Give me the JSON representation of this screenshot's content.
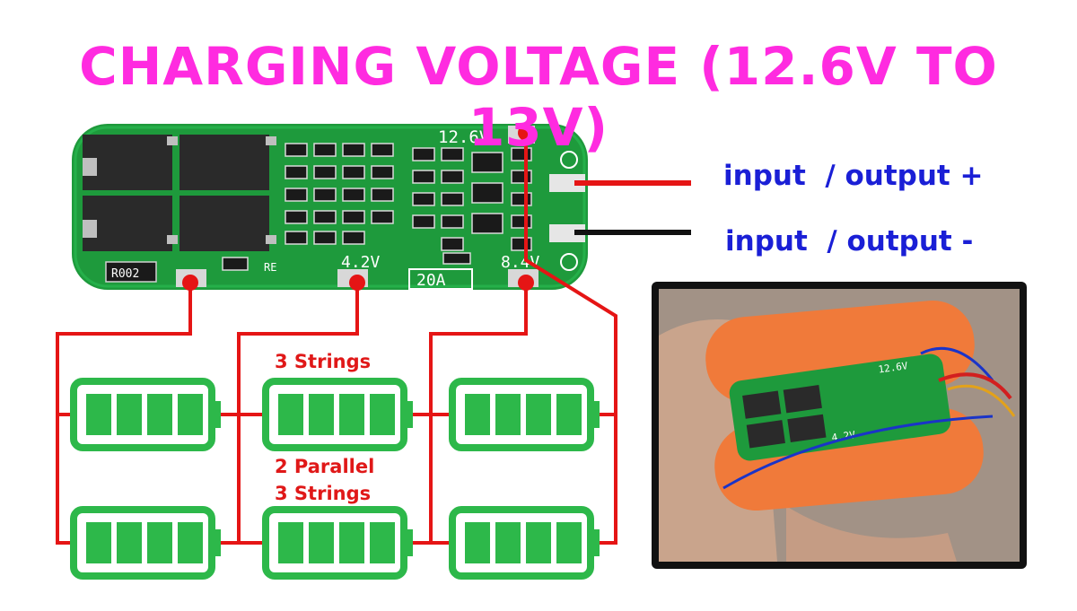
{
  "title": "CHARGING VOLTAGE (12.6V TO 13V)",
  "terminals": {
    "plus": "input  / output +",
    "minus": "input  / output -"
  },
  "board": {
    "label_voltage_top": "12.6V",
    "label_tap1": "4.2V",
    "label_tap2": "8.4V",
    "label_current": "20A",
    "label_resistor": "R002",
    "label_re": "RE"
  },
  "notes": {
    "strings": "3 Strings",
    "parallel_line1": "2 Parallel",
    "parallel_line2": "3 Strings"
  },
  "photo": {
    "board_label_top": "12.6V",
    "board_label_tap": "4.2V"
  },
  "colors": {
    "title": "#ff2be0",
    "io_text": "#1a1fd6",
    "wire": "#e51515",
    "battery": "#2db84a",
    "board": "#1e9a3c",
    "photo_cells": "#f07a3a"
  }
}
